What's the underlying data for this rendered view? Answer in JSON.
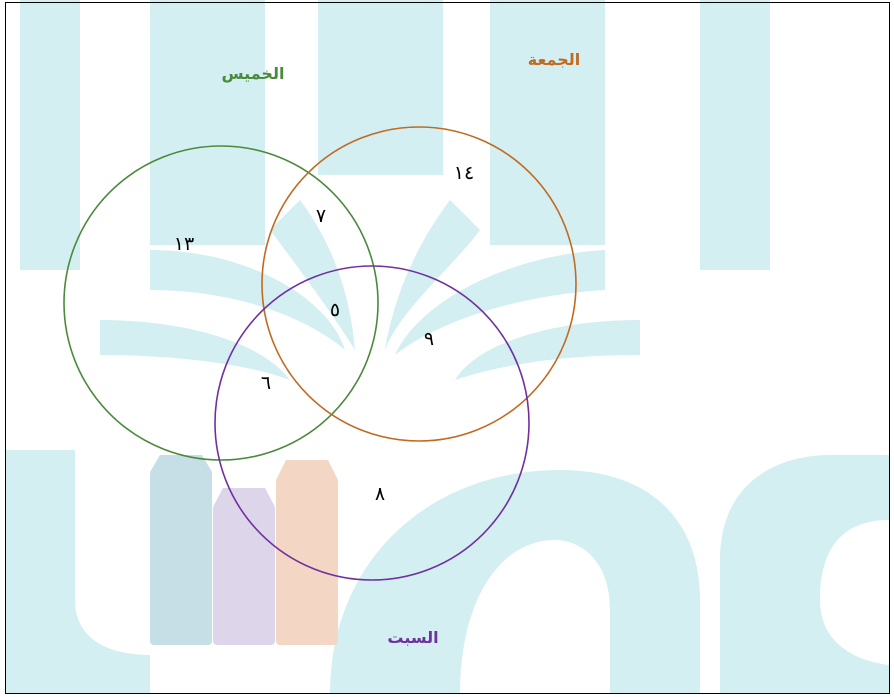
{
  "diagram": {
    "type": "venn",
    "sets": [
      {
        "id": "thursday",
        "label": "الخميس",
        "color": "#4a8a3c"
      },
      {
        "id": "friday",
        "label": "الجمعة",
        "color": "#c06a22"
      },
      {
        "id": "saturday",
        "label": "السبت",
        "color": "#7030a0"
      }
    ],
    "regions": [
      {
        "id": "thursday_only",
        "sets": [
          "thursday"
        ],
        "value": "١٣"
      },
      {
        "id": "friday_only",
        "sets": [
          "friday"
        ],
        "value": "١٤"
      },
      {
        "id": "saturday_only",
        "sets": [
          "saturday"
        ],
        "value": "٨"
      },
      {
        "id": "thursday_friday",
        "sets": [
          "thursday",
          "friday"
        ],
        "value": "٧"
      },
      {
        "id": "thursday_saturday",
        "sets": [
          "thursday",
          "saturday"
        ],
        "value": "٦"
      },
      {
        "id": "friday_saturday",
        "sets": [
          "friday",
          "saturday"
        ],
        "value": "٩"
      },
      {
        "id": "all_three",
        "sets": [
          "thursday",
          "friday",
          "saturday"
        ],
        "value": "٥"
      }
    ]
  },
  "watermark": {
    "colors": {
      "teal": "#d3eff2",
      "blue_book": "#c6dfe6",
      "purple_book": "#ddd5ea",
      "orange_book": "#f3d6c4"
    }
  }
}
